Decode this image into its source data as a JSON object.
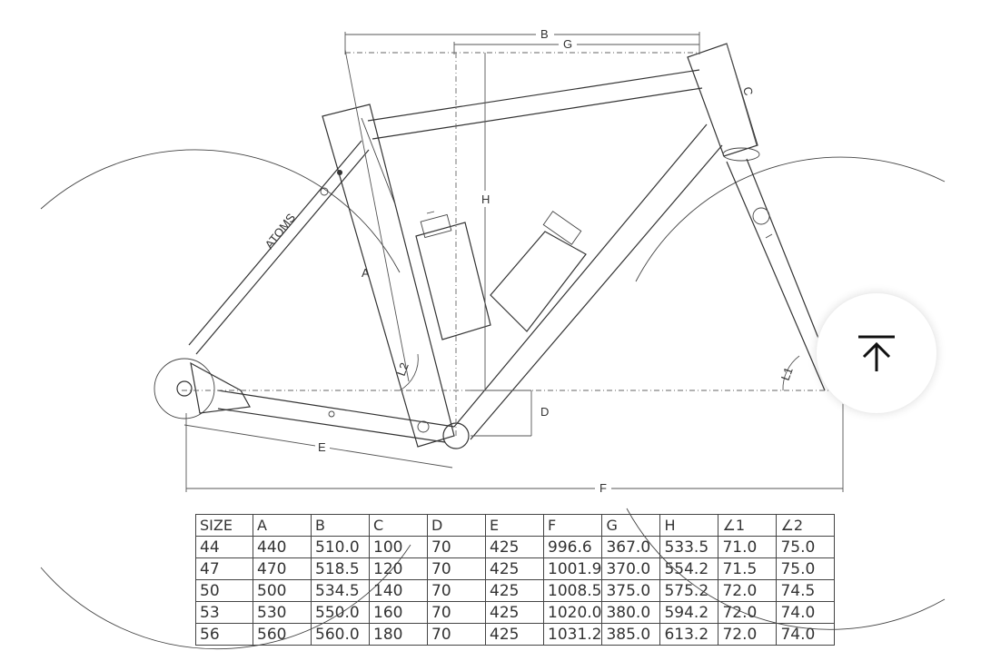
{
  "dimension_labels": {
    "A": "A",
    "B": "B",
    "C": "C",
    "D": "D",
    "E": "E",
    "F": "F",
    "G": "G",
    "H": "H",
    "L1": "L1",
    "L2": "L2"
  },
  "frame_text": "ATOMS",
  "geometry_table": {
    "headers": [
      "SIZE",
      "A",
      "B",
      "C",
      "D",
      "E",
      "F",
      "G",
      "H",
      "∠1",
      "∠2"
    ],
    "rows": [
      [
        "44",
        "440",
        "510.0",
        "100",
        "70",
        "425",
        "996.6",
        "367.0",
        "533.5",
        "71.0",
        "75.0"
      ],
      [
        "47",
        "470",
        "518.5",
        "120",
        "70",
        "425",
        "1001.9",
        "370.0",
        "554.2",
        "71.5",
        "75.0"
      ],
      [
        "50",
        "500",
        "534.5",
        "140",
        "70",
        "425",
        "1008.5",
        "375.0",
        "575.2",
        "72.0",
        "74.5"
      ],
      [
        "53",
        "530",
        "550.0",
        "160",
        "70",
        "425",
        "1020.0",
        "380.0",
        "594.2",
        "72.0",
        "74.0"
      ],
      [
        "56",
        "560",
        "560.0",
        "180",
        "70",
        "425",
        "1031.2",
        "385.0",
        "613.2",
        "72.0",
        "74.0"
      ]
    ]
  },
  "icons": {
    "scroll_top": "arrow-up-to-line-icon"
  }
}
